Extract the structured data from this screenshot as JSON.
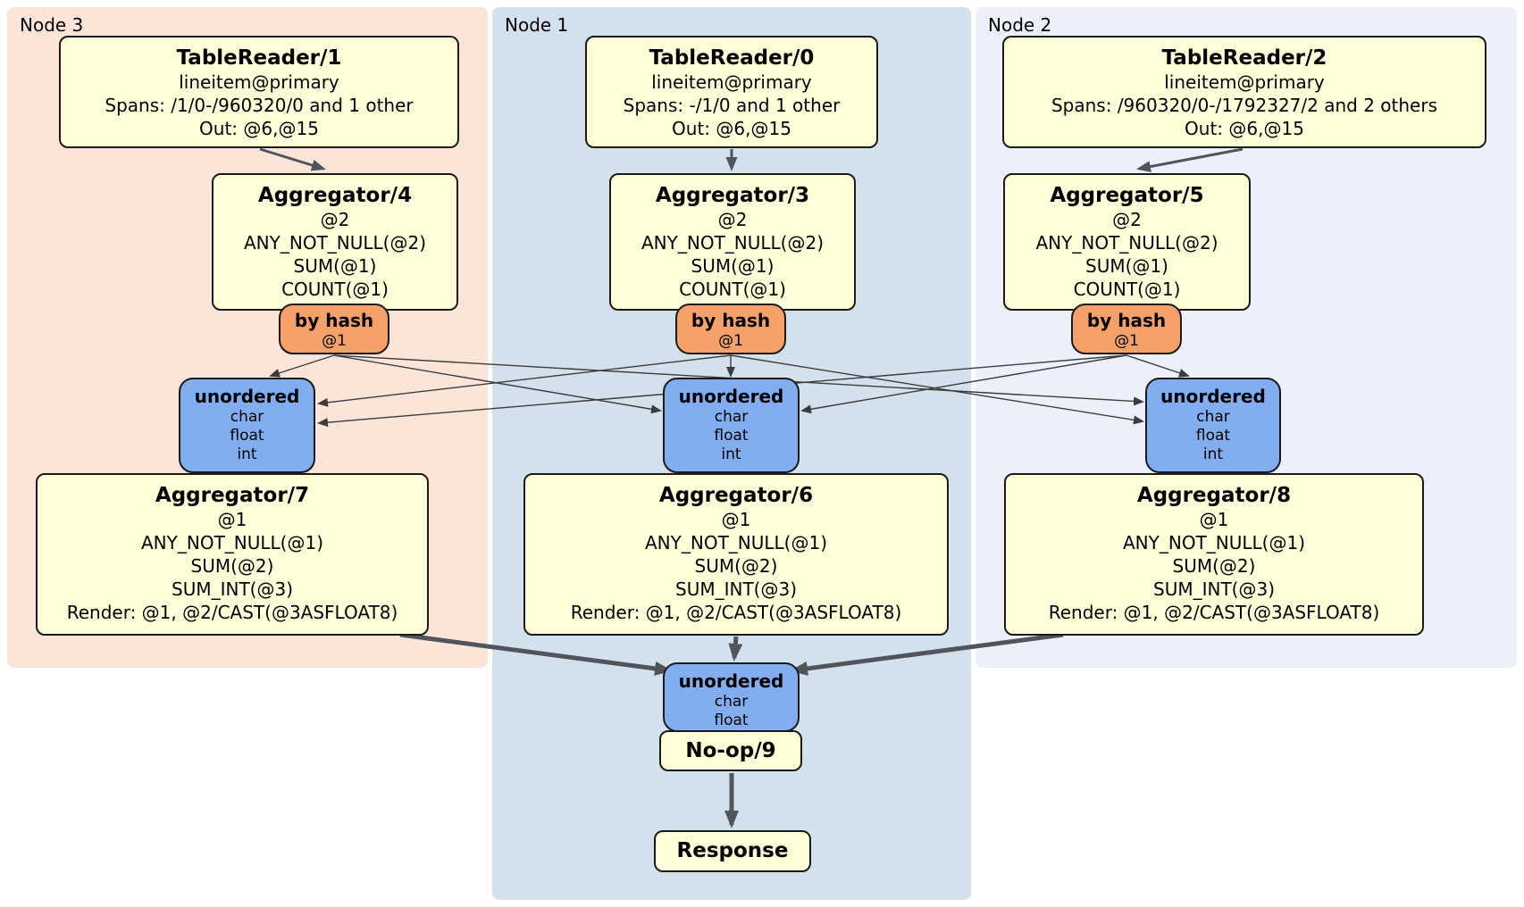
{
  "panels": {
    "node3": {
      "label": "Node 3"
    },
    "node1": {
      "label": "Node 1"
    },
    "node2": {
      "label": "Node 2"
    }
  },
  "boxes": {
    "tr1": {
      "title": "TableReader/1",
      "lines": [
        "lineitem@primary",
        "Spans: /1/0-/960320/0 and 1 other",
        "Out: @6,@15"
      ]
    },
    "tr0": {
      "title": "TableReader/0",
      "lines": [
        "lineitem@primary",
        "Spans: -/1/0 and 1 other",
        "Out: @6,@15"
      ]
    },
    "tr2": {
      "title": "TableReader/2",
      "lines": [
        "lineitem@primary",
        "Spans: /960320/0-/1792327/2 and 2 others",
        "Out: @6,@15"
      ]
    },
    "agg4": {
      "title": "Aggregator/4",
      "lines": [
        "@2",
        "ANY_NOT_NULL(@2)",
        "SUM(@1)",
        "COUNT(@1)"
      ]
    },
    "agg3": {
      "title": "Aggregator/3",
      "lines": [
        "@2",
        "ANY_NOT_NULL(@2)",
        "SUM(@1)",
        "COUNT(@1)"
      ]
    },
    "agg5": {
      "title": "Aggregator/5",
      "lines": [
        "@2",
        "ANY_NOT_NULL(@2)",
        "SUM(@1)",
        "COUNT(@1)"
      ]
    },
    "router_left": {
      "title": "by hash",
      "lines": [
        "@1"
      ]
    },
    "router_mid": {
      "title": "by hash",
      "lines": [
        "@1"
      ]
    },
    "router_right": {
      "title": "by hash",
      "lines": [
        "@1"
      ]
    },
    "sync_left": {
      "title": "unordered",
      "lines": [
        "char",
        "float",
        "int"
      ]
    },
    "sync_mid": {
      "title": "unordered",
      "lines": [
        "char",
        "float",
        "int"
      ]
    },
    "sync_right": {
      "title": "unordered",
      "lines": [
        "char",
        "float",
        "int"
      ]
    },
    "agg7": {
      "title": "Aggregator/7",
      "lines": [
        "@1",
        "ANY_NOT_NULL(@1)",
        "SUM(@2)",
        "SUM_INT(@3)",
        "Render: @1, @2/CAST(@3ASFLOAT8)"
      ]
    },
    "agg6": {
      "title": "Aggregator/6",
      "lines": [
        "@1",
        "ANY_NOT_NULL(@1)",
        "SUM(@2)",
        "SUM_INT(@3)",
        "Render: @1, @2/CAST(@3ASFLOAT8)"
      ]
    },
    "agg8": {
      "title": "Aggregator/8",
      "lines": [
        "@1",
        "ANY_NOT_NULL(@1)",
        "SUM(@2)",
        "SUM_INT(@3)",
        "Render: @1, @2/CAST(@3ASFLOAT8)"
      ]
    },
    "sync_final": {
      "title": "unordered",
      "lines": [
        "char",
        "float"
      ]
    },
    "noop": {
      "title": "No-op/9"
    },
    "response": {
      "title": "Response"
    }
  },
  "colors": {
    "proc": "#ffffd9",
    "router": "#f6a06a",
    "sync": "#82adf0",
    "node3bg": "#fce5d8",
    "node1bg": "#d2e1eb",
    "node2bg": "#ebf0fb",
    "edgeThin": "#3c3c3c",
    "edgeThick": "#4f555a",
    "border": "#1a1a1a"
  }
}
